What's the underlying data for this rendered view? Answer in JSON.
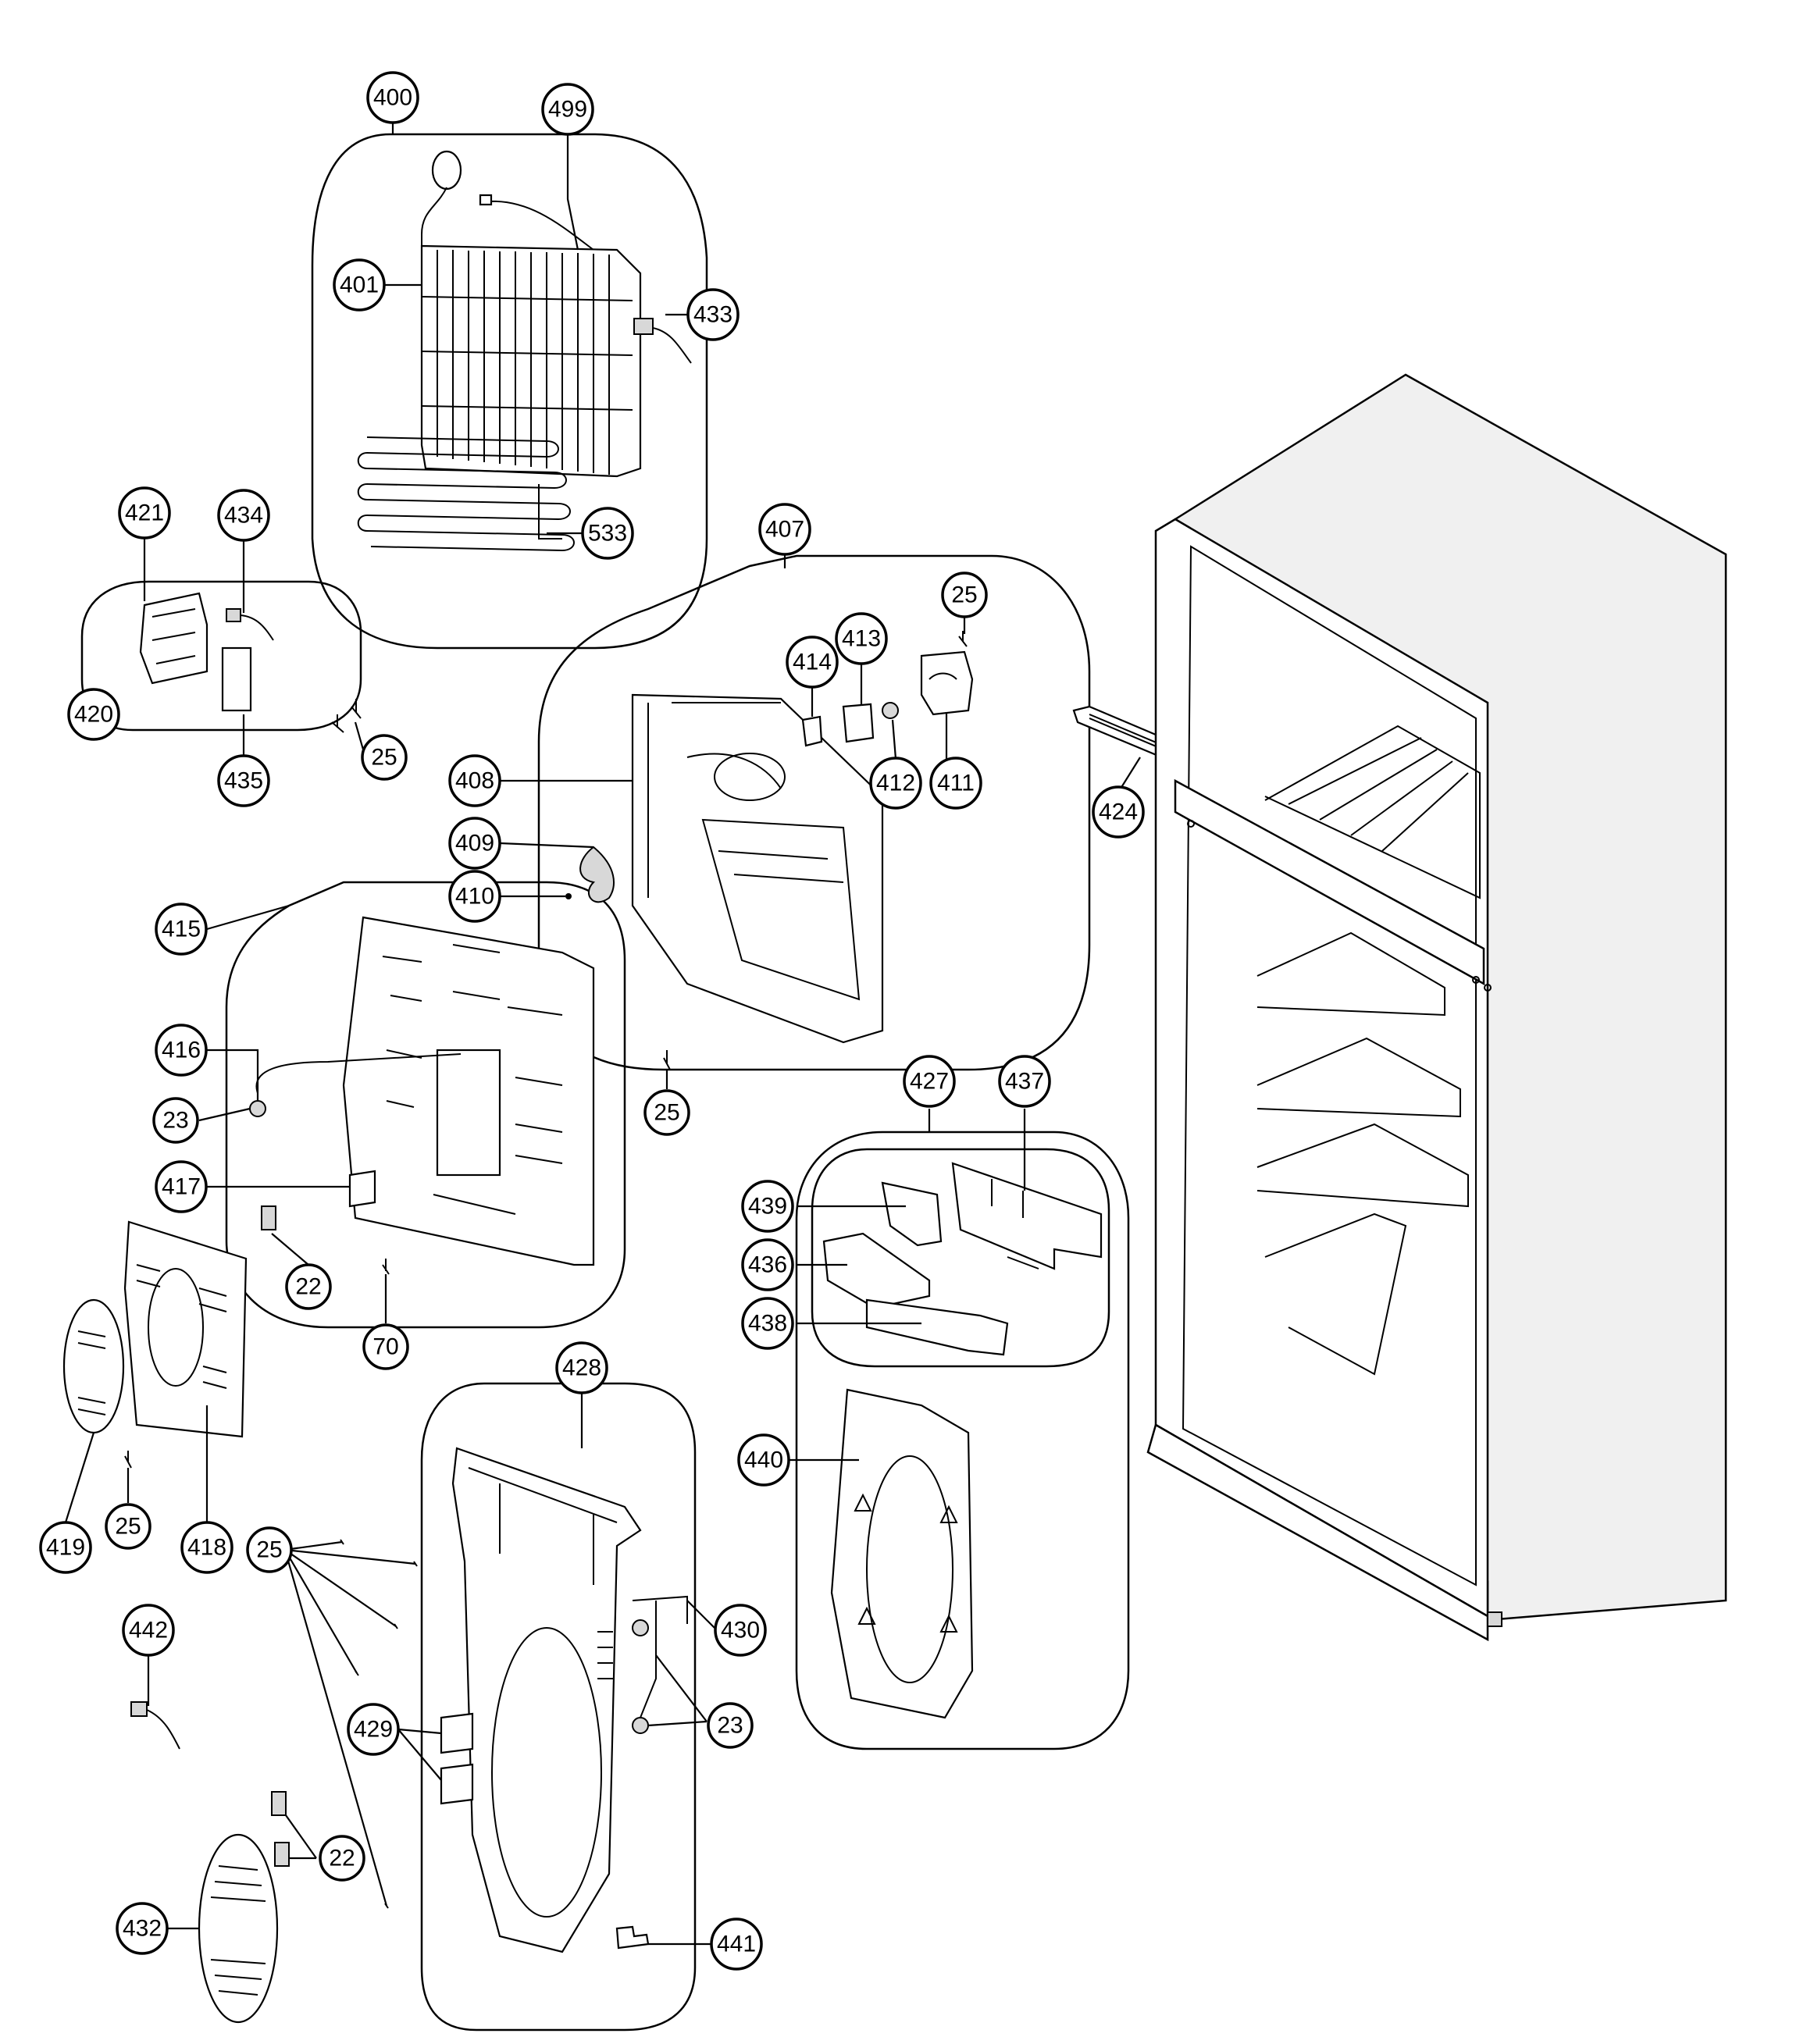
{
  "callouts": [
    {
      "id": "c400",
      "label": "400"
    },
    {
      "id": "c499",
      "label": "499"
    },
    {
      "id": "c401",
      "label": "401"
    },
    {
      "id": "c433",
      "label": "433"
    },
    {
      "id": "c533",
      "label": "533"
    },
    {
      "id": "c421",
      "label": "421"
    },
    {
      "id": "c434",
      "label": "434"
    },
    {
      "id": "c420",
      "label": "420"
    },
    {
      "id": "c435",
      "label": "435"
    },
    {
      "id": "c25a",
      "label": "25"
    },
    {
      "id": "c407",
      "label": "407"
    },
    {
      "id": "c25b",
      "label": "25"
    },
    {
      "id": "c414",
      "label": "414"
    },
    {
      "id": "c413",
      "label": "413"
    },
    {
      "id": "c412",
      "label": "412"
    },
    {
      "id": "c411",
      "label": "411"
    },
    {
      "id": "c408",
      "label": "408"
    },
    {
      "id": "c409",
      "label": "409"
    },
    {
      "id": "c410",
      "label": "410"
    },
    {
      "id": "c424",
      "label": "424"
    },
    {
      "id": "c415",
      "label": "415"
    },
    {
      "id": "c416",
      "label": "416"
    },
    {
      "id": "c23a",
      "label": "23"
    },
    {
      "id": "c25c",
      "label": "25"
    },
    {
      "id": "c417",
      "label": "417"
    },
    {
      "id": "c22a",
      "label": "22"
    },
    {
      "id": "c70",
      "label": "70"
    },
    {
      "id": "c427",
      "label": "427"
    },
    {
      "id": "c437",
      "label": "437"
    },
    {
      "id": "c439",
      "label": "439"
    },
    {
      "id": "c436",
      "label": "436"
    },
    {
      "id": "c438",
      "label": "438"
    },
    {
      "id": "c440",
      "label": "440"
    },
    {
      "id": "c428",
      "label": "428"
    },
    {
      "id": "c419",
      "label": "419"
    },
    {
      "id": "c25d",
      "label": "25"
    },
    {
      "id": "c418",
      "label": "418"
    },
    {
      "id": "c25e",
      "label": "25"
    },
    {
      "id": "c430",
      "label": "430"
    },
    {
      "id": "c442",
      "label": "442"
    },
    {
      "id": "c23b",
      "label": "23"
    },
    {
      "id": "c429",
      "label": "429"
    },
    {
      "id": "c22b",
      "label": "22"
    },
    {
      "id": "c432",
      "label": "432"
    },
    {
      "id": "c441",
      "label": "441"
    }
  ]
}
